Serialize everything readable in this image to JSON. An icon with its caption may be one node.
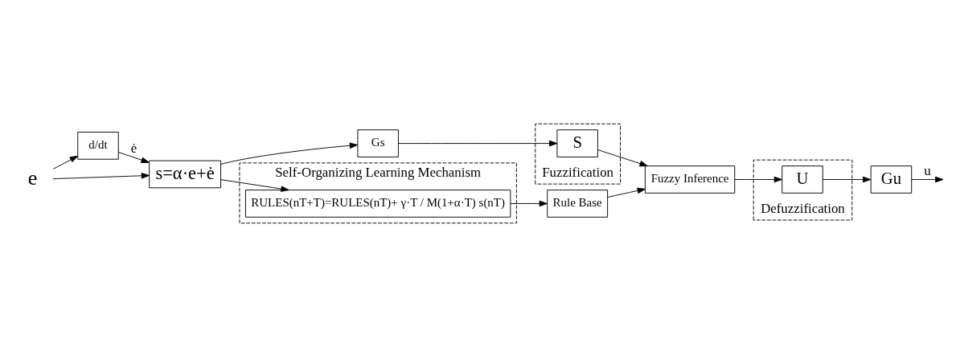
{
  "diagram": {
    "nodes": [
      {
        "text": [
          "e"
        ]
      },
      {
        "text": [
          "d/dt"
        ]
      },
      {
        "text": [
          "s=α·e+ė"
        ]
      },
      {
        "text": [
          "Gs"
        ]
      },
      {
        "text": [
          "Self-Organizing Learning Mechanism"
        ]
      },
      {
        "text": [
          "RULES(nT+T)=RULES(nT)+ γ·T / M(1+α·T) s(nT)"
        ],
        "in": 4
      },
      {
        "text": [
          "Rule Base"
        ]
      },
      {
        "text": [
          "Fuzzification"
        ]
      },
      {
        "text": [
          "S"
        ],
        "in": 7
      },
      {
        "text": [
          "Fuzzy Inference"
        ]
      },
      {
        "text": [
          "Defuzzification"
        ]
      },
      {
        "text": [
          "U"
        ],
        "in": 10
      },
      {
        "text": [
          "Gu"
        ]
      }
    ],
    "edges": [
      {
        "from": 0,
        "to": 2,
        "arrow": "to"
      },
      {
        "from": 0,
        "to": 1,
        "arrow": "to"
      },
      {
        "from": 1,
        "to": 2,
        "arrow": "to",
        "label": "ė"
      },
      {
        "from": 2,
        "to": 3,
        "arrow": "to"
      },
      {
        "from": 2,
        "to": 5,
        "arrow": "to"
      },
      {
        "from": 3,
        "to": 8,
        "arrow": "to"
      },
      {
        "from": 8,
        "to": 9,
        "arrow": "to"
      },
      {
        "from": 5,
        "to": 6,
        "arrow": "to"
      },
      {
        "from": 6,
        "to": 9,
        "arrow": "to"
      },
      {
        "from": 9,
        "to": 11,
        "arrow": "to"
      },
      {
        "from": 11,
        "to": 12,
        "arrow": "to"
      },
      {
        "from": 12,
        "to": null,
        "arrow": "to",
        "label": "u"
      }
    ]
  }
}
